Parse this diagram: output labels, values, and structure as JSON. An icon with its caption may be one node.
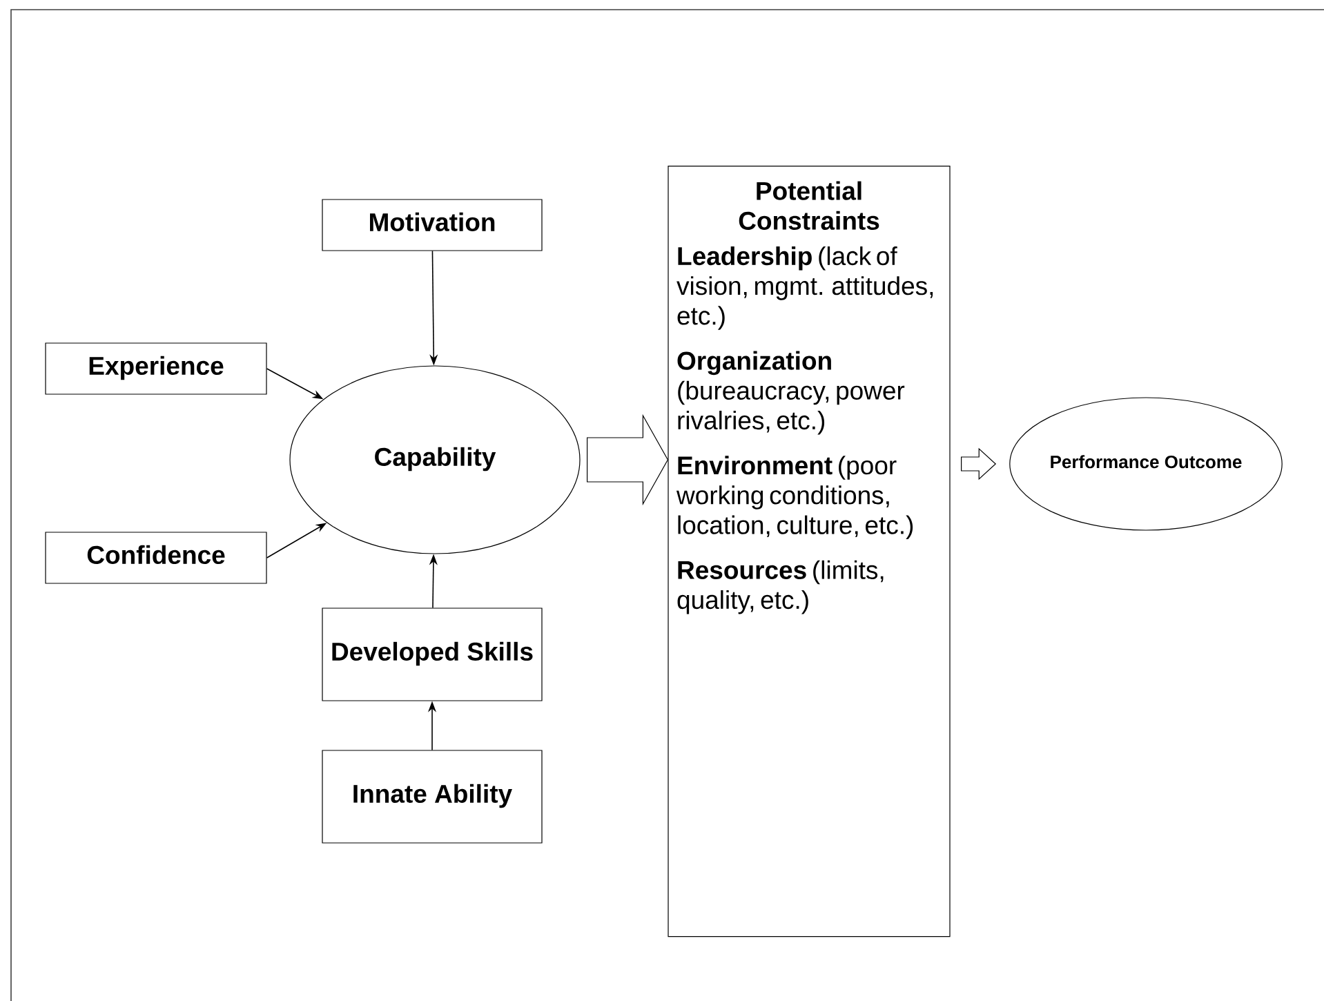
{
  "diagram": {
    "nodes": [
      {
        "text": [
          "Motivation"
        ]
      },
      {
        "text": [
          "Experience"
        ]
      },
      {
        "text": [
          "Capability"
        ]
      },
      {
        "text": [
          "Confidence"
        ]
      },
      {
        "text": [
          "Developed Skills"
        ]
      },
      {
        "text": [
          "Innate Ability"
        ]
      },
      {
        "text": [
          "Potential Constraints",
          "**Leadership** (lack of vision, mgmt. attitudes, etc.)",
          "**Organization** (bureaucracy, power rivalries, etc.)",
          "**Environment** (poor working conditions, location, culture, etc.)",
          "**Resources** (limits, quality, etc.)"
        ]
      },
      {
        "text": [
          "Performance Outcome"
        ]
      }
    ],
    "edges": [
      {
        "from": 0,
        "to": 2,
        "arrow": "to"
      },
      {
        "from": 1,
        "to": 2,
        "arrow": "to"
      },
      {
        "from": 3,
        "to": 2,
        "arrow": "to"
      },
      {
        "from": 4,
        "to": 2,
        "arrow": "to"
      },
      {
        "from": 5,
        "to": 4,
        "arrow": "to"
      },
      {
        "from": 2,
        "to": 6,
        "arrow": "to",
        "style": "thick"
      },
      {
        "from": 6,
        "to": 7,
        "arrow": "to",
        "style": "thick"
      }
    ]
  }
}
